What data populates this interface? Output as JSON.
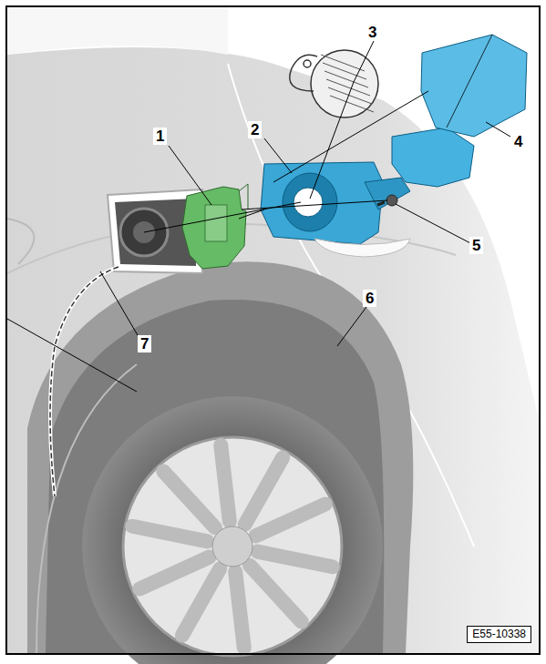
{
  "diagram": {
    "nodes": [
      {
        "text": [
          "E55-10338"
        ]
      }
    ],
    "labels": [
      "1",
      "2",
      "3",
      "4",
      "5",
      "6",
      "7"
    ]
  }
}
